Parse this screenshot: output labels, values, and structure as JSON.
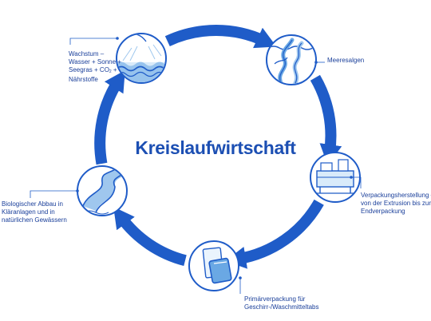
{
  "title": "Kreislaufwirtschaft",
  "colors": {
    "arc_blue": "#1f5cc8",
    "title_blue": "#1c4fb3",
    "text_blue": "#1a3f9a",
    "light_blue": "#9fc7ee"
  },
  "stages": {
    "growth": {
      "lines": [
        "Wachstum –",
        "Wasser + Sonne +",
        "Seegras + CO",
        "Nährstoffe"
      ],
      "co2_suffix": "2",
      "plus": " +",
      "icon": "sun-over-water-icon"
    },
    "seaweed": {
      "lines": [
        "Meeresalgen"
      ],
      "icon": "seaweed-icon"
    },
    "packaging_production": {
      "lines": [
        "Verpackungsherstellung –",
        "von der Extrusion bis zur",
        "Endverpackung"
      ],
      "icon": "extrusion-machine-icon"
    },
    "primary_packaging": {
      "lines": [
        "Primärverpackung für",
        "Geschirr-/Waschmitteltabs"
      ],
      "icon": "film-pouch-icon"
    },
    "biodegradation": {
      "lines": [
        "Biologischer Abbau in",
        "Kläranlagen und in",
        "natürlichen Gewässern"
      ],
      "icon": "river-icon"
    }
  }
}
